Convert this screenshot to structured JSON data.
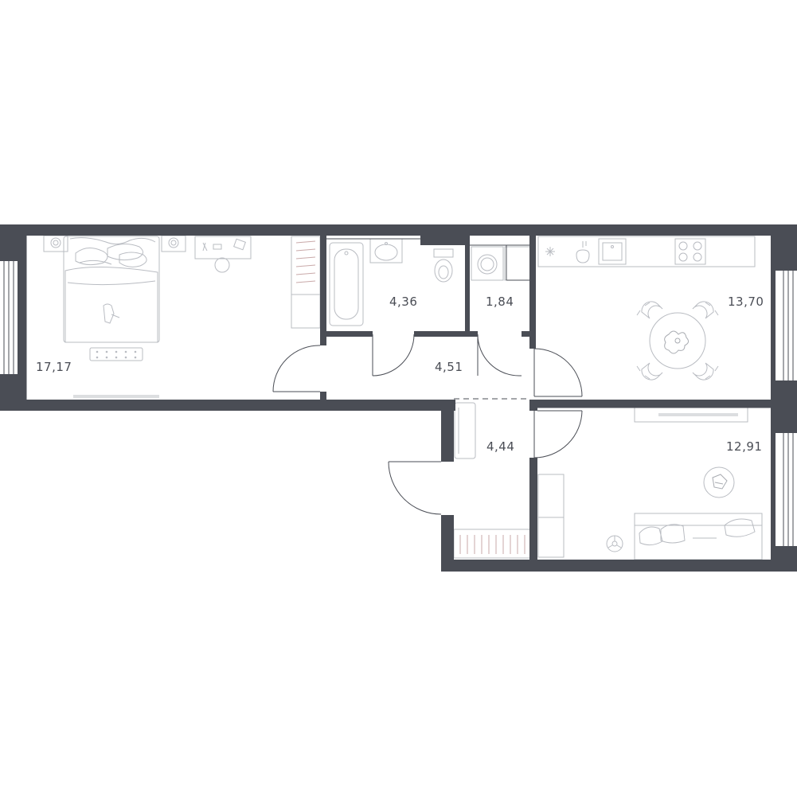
{
  "colors": {
    "wall": "#4a4d55",
    "furniture_line": "#b9bcc2",
    "door_line": "#4a4d55",
    "background": "#ffffff",
    "label": "#4a4d55"
  },
  "rooms": [
    {
      "id": "bedroom",
      "area": "17,17"
    },
    {
      "id": "bathroom",
      "area": "4,36"
    },
    {
      "id": "laundry",
      "area": "1,84"
    },
    {
      "id": "kitchen-dining",
      "area": "13,70"
    },
    {
      "id": "hallway",
      "area": "4,51"
    },
    {
      "id": "entrance-hall",
      "area": "4,44"
    },
    {
      "id": "living-room",
      "area": "12,91"
    }
  ]
}
